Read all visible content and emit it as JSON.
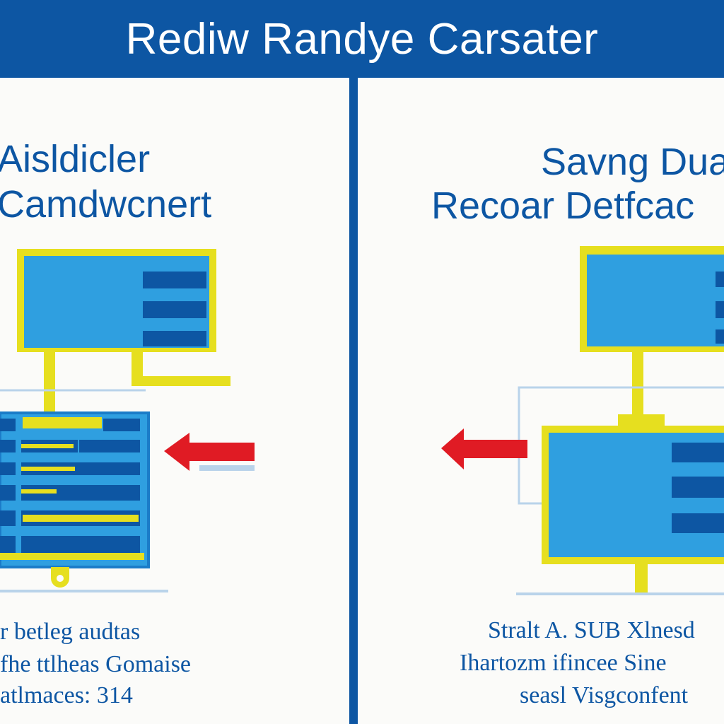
{
  "banner": {
    "title": "Rediw Randye Carsater"
  },
  "left_panel": {
    "heading_line1": "Aisldicler",
    "heading_line2": "Camdwcnert",
    "caption_line1": "r betleg audtas",
    "caption_line2": "fhe ttlheas Gomaise",
    "caption_line3": "atlmaces: 314"
  },
  "right_panel": {
    "heading_line1": "Savng Dua",
    "heading_line2": "Recoar Detfcac",
    "caption_line1": "Stralt A. SUB Xlnesd",
    "caption_line2": "Ihartozm ifincee Sine",
    "caption_line3": "seasl Visgconfent"
  },
  "colors": {
    "brand_blue": "#0d56a3",
    "screen_blue": "#2f9fe0",
    "row_blue": "#0d56a3",
    "frame_yellow": "#e6df1f",
    "arrow_red": "#e01b24",
    "background": "#fbfbf9"
  },
  "icons": {
    "left_monitor": "monitor-icon",
    "left_server": "server-rack-icon",
    "left_arrow": "arrow-left-icon",
    "right_monitor": "monitor-icon",
    "right_server": "display-server-icon",
    "right_arrow": "arrow-left-icon"
  }
}
